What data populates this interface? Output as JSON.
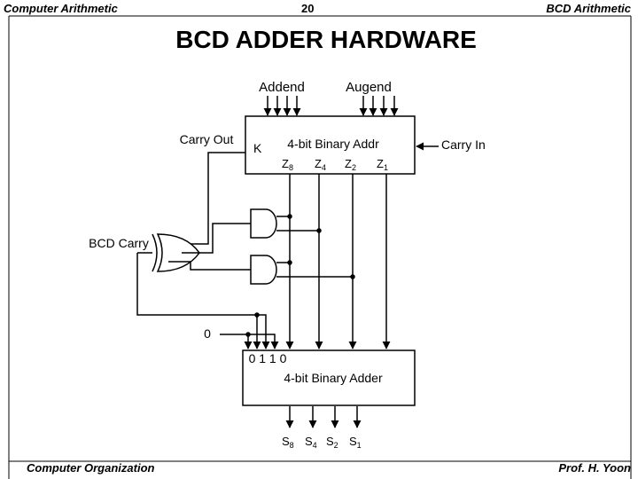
{
  "header": {
    "left": "Computer Arithmetic",
    "center": "20",
    "right": "BCD Arithmetic"
  },
  "title": "BCD ADDER HARDWARE",
  "diagram": {
    "addend_label": "Addend",
    "augend_label": "Augend",
    "carry_out_label": "Carry Out",
    "carry_in_label": "Carry In",
    "k_label": "K",
    "top_adder_label": "4-bit Binary Addr",
    "z_outputs": [
      "Z8",
      "Z4",
      "Z2",
      "Z1"
    ],
    "bcd_carry_label": "BCD Carry",
    "zero_label": "0",
    "correction_bits": "0 1 1 0",
    "bottom_adder_label": "4-bit Binary Adder",
    "s_outputs": [
      "S8",
      "S4",
      "S2",
      "S1"
    ]
  },
  "footer": {
    "left": "Computer Organization",
    "right": "Prof.  H. Yoon"
  }
}
